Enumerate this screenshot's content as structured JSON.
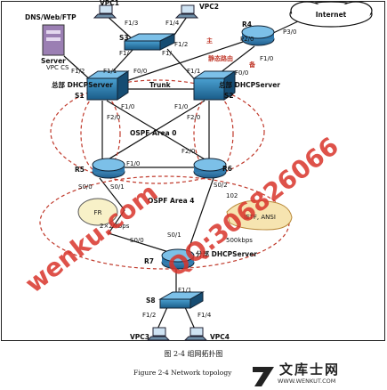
{
  "nodes": {
    "s1": "S1",
    "s2": "S2",
    "s3": "S3",
    "s8": "S8",
    "r4": "R4",
    "r5": "R5",
    "r6": "R6",
    "r7": "R7",
    "internet": "Internet",
    "vpc1": "VPC1",
    "vpc2": "VPC2",
    "vpc3": "VPC3",
    "vpc4": "VPC4",
    "dns_server": "DNS/Web/FTP",
    "server": "Server",
    "server_sub": "VPC CS"
  },
  "labels": {
    "s1_role": "总部 DHCPServer",
    "s2_role": "总部 DHCPServer",
    "r7_role": "分部 DHCPServer",
    "trunk": "Trunk",
    "ospf_area0": "OSPF Area 0",
    "ospf_area4": "OSPF Area 4",
    "static_route": "静态路由",
    "main_mark": "主",
    "backup_mark": "备",
    "frame_relay": "FR",
    "bw_2mbps": "2×2Mbps",
    "bw_500k": "500kbps",
    "ietf_ansi": "IETF, ANSI"
  },
  "ports": {
    "s3_f13": "F1/3",
    "s3_f14": "F1/4",
    "s3_f11": "F1/",
    "s3_f12": "F1/2",
    "s3_f1": "F1/",
    "s1_f12": "F1/2",
    "s1_f11": "F1/1",
    "s1_f00": "F0/0",
    "s1_f10": "F1/0",
    "s1_f20": "F2/0",
    "s2_f11": "F1/1",
    "s2_f10": "F1/0",
    "s2_f20": "F2/0",
    "r4_p20": "P2/0",
    "r4_p30": "P3/0",
    "r4_f10": "F1/0",
    "r4_f00": "F0/0",
    "r5_f10": "F1/0",
    "r5_s00": "S0/0",
    "r5_s01": "S0/1",
    "r6_f20": "F2/0",
    "r6_s02": "S0/2",
    "r6_102": "102",
    "r7_s00": "S0/0",
    "r7_s01": "S0/1",
    "s8_f11": "F1/1",
    "s8_f12": "F1/2",
    "s8_f14": "F1/4"
  },
  "caption": {
    "cn": "图 2-4 组网拓扑图",
    "en": "Figure 2-4 Network topology"
  },
  "watermarks": {
    "site": "wenku.com",
    "qq": "QQ:306826066",
    "logo_cn": "文库士网",
    "logo_url": "WWW.WENKUT.COM"
  }
}
